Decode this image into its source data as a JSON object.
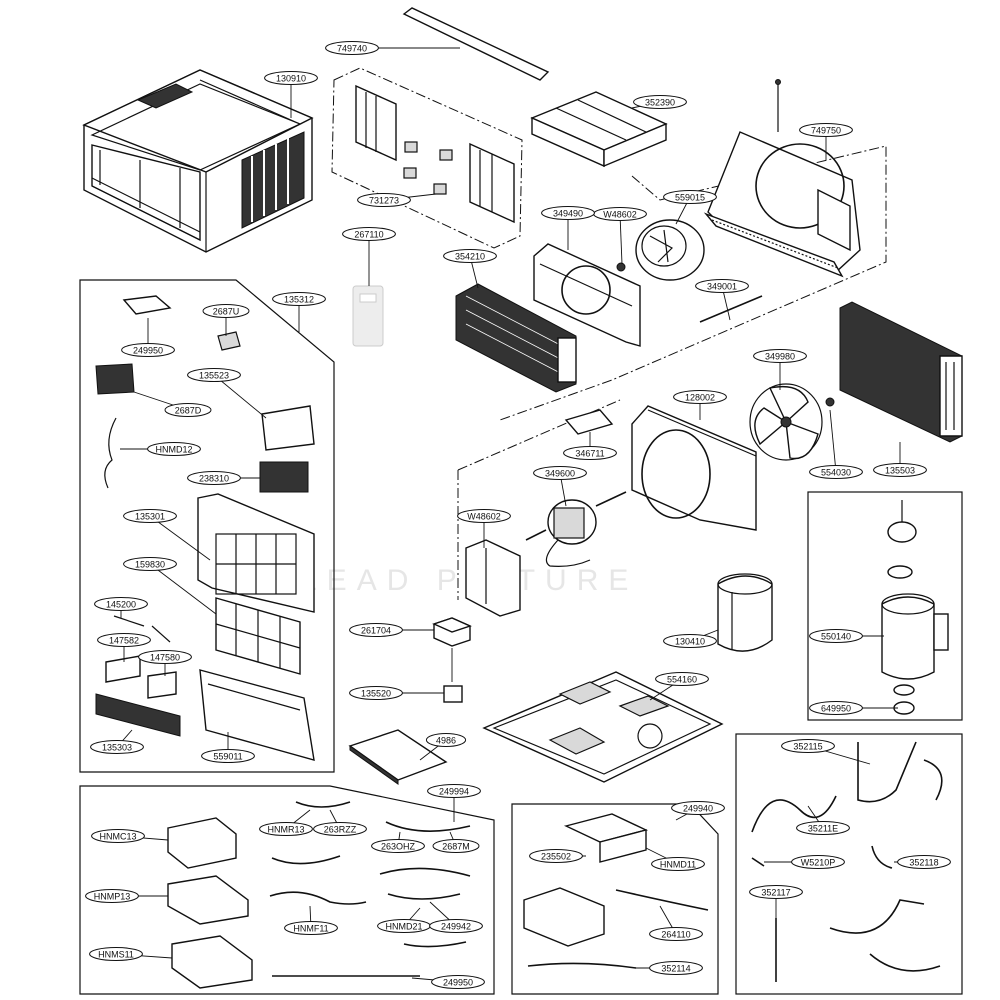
{
  "parts": [
    {
      "id": "749740"
    },
    {
      "id": "130910"
    },
    {
      "id": "352390"
    },
    {
      "id": "749750"
    },
    {
      "id": "731273"
    },
    {
      "id": "559015"
    },
    {
      "id": "W48602"
    },
    {
      "id": "349490"
    },
    {
      "id": "267110"
    },
    {
      "id": "354210"
    },
    {
      "id": "349001"
    },
    {
      "id": "135312"
    },
    {
      "id": "2687U"
    },
    {
      "id": "249950"
    },
    {
      "id": "135523"
    },
    {
      "id": "2687D"
    },
    {
      "id": "HNMD12"
    },
    {
      "id": "238310"
    },
    {
      "id": "135301"
    },
    {
      "id": "159830"
    },
    {
      "id": "145200"
    },
    {
      "id": "147582"
    },
    {
      "id": "147580"
    },
    {
      "id": "135303"
    },
    {
      "id": "559011"
    },
    {
      "id": "349980"
    },
    {
      "id": "128002"
    },
    {
      "id": "346711"
    },
    {
      "id": "349600"
    },
    {
      "id": "W48602"
    },
    {
      "id": "554030"
    },
    {
      "id": "135503"
    },
    {
      "id": "261704"
    },
    {
      "id": "135520"
    },
    {
      "id": "4986"
    },
    {
      "id": "130410"
    },
    {
      "id": "554160"
    },
    {
      "id": "550140"
    },
    {
      "id": "649950"
    },
    {
      "id": "249994"
    },
    {
      "id": "HNMC13"
    },
    {
      "id": "HNMR13"
    },
    {
      "id": "263RZZ"
    },
    {
      "id": "263OHZ"
    },
    {
      "id": "2687M"
    },
    {
      "id": "HNMP13"
    },
    {
      "id": "HNMF11"
    },
    {
      "id": "HNMD21"
    },
    {
      "id": "249942"
    },
    {
      "id": "HNMS11"
    },
    {
      "id": "249950"
    },
    {
      "id": "249940"
    },
    {
      "id": "235502"
    },
    {
      "id": "HNMD11"
    },
    {
      "id": "264110"
    },
    {
      "id": "352114"
    },
    {
      "id": "352115"
    },
    {
      "id": "35211E"
    },
    {
      "id": "W5210P"
    },
    {
      "id": "352118"
    },
    {
      "id": "352117"
    }
  ],
  "watermark": "LEAD PICTURE"
}
